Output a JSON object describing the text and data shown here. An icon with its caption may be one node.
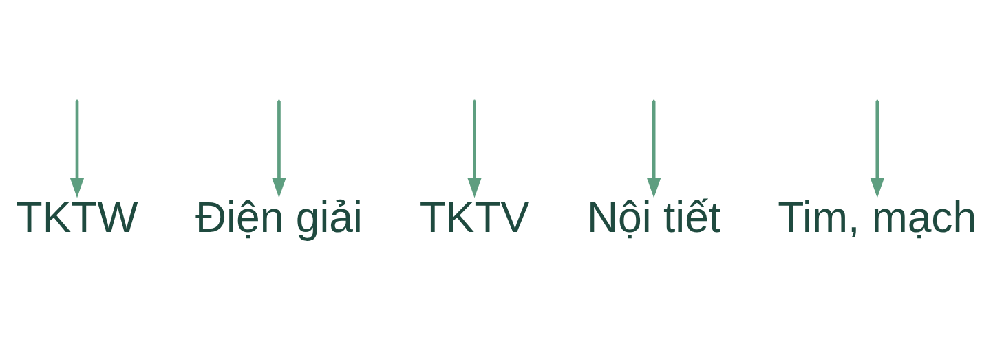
{
  "diagram": {
    "nodes": [
      {
        "text": [
          "TKTW"
        ]
      },
      {
        "text": [
          "Điện giải"
        ]
      },
      {
        "text": [
          "TKTV"
        ]
      },
      {
        "text": [
          "Nội tiết"
        ]
      },
      {
        "text": [
          "Tim, mạch"
        ]
      }
    ],
    "edges": [
      {
        "from": null,
        "to": 0,
        "arrow": "to"
      },
      {
        "from": null,
        "to": 1,
        "arrow": "to"
      },
      {
        "from": null,
        "to": 2,
        "arrow": "to"
      },
      {
        "from": null,
        "to": 3,
        "arrow": "to"
      },
      {
        "from": null,
        "to": 4,
        "arrow": "to"
      }
    ]
  }
}
